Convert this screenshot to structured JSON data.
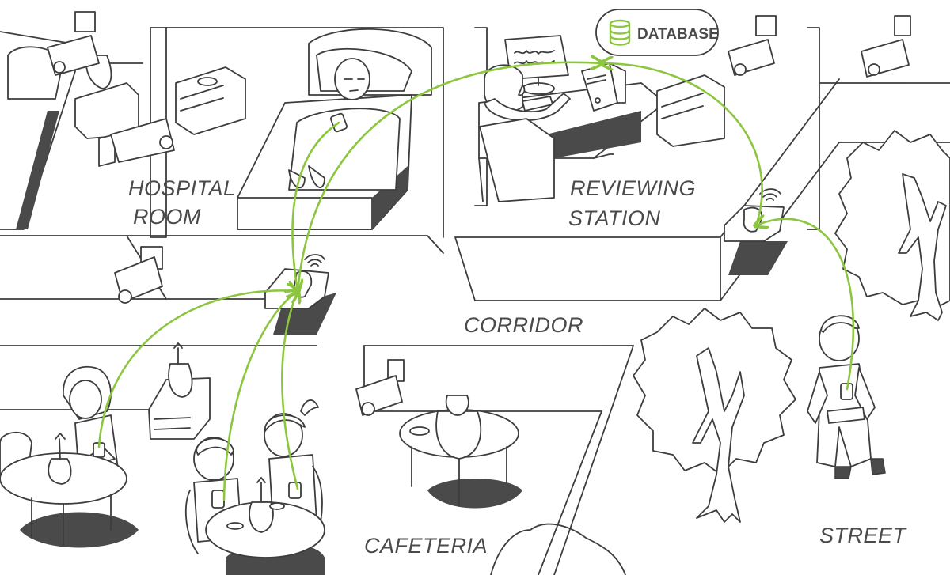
{
  "diagram": {
    "type": "isometric-illustration",
    "topic": "wireless patient monitoring data flow"
  },
  "colors": {
    "accent": "#8cc63f",
    "line": "#3d3d3d",
    "shadow": "#4a4a4a",
    "label": "#4a4a4a",
    "background": "#ffffff"
  },
  "database": {
    "label": "DATABASE",
    "icon": "database-icon"
  },
  "rooms": [
    {
      "id": "hospital-room",
      "lines": [
        "HOSPITAL",
        "ROOM"
      ]
    },
    {
      "id": "reviewing-station",
      "lines": [
        "REVIEWING",
        "STATION"
      ]
    },
    {
      "id": "corridor",
      "lines": [
        "CORRIDOR"
      ]
    },
    {
      "id": "cafeteria",
      "lines": [
        "CAFETERIA"
      ]
    },
    {
      "id": "street",
      "lines": [
        "STREET"
      ]
    }
  ],
  "nodes": [
    {
      "id": "patient-bed",
      "kind": "wearable",
      "room": "hospital-room"
    },
    {
      "id": "woman-cafeteria",
      "kind": "wearable",
      "room": "cafeteria"
    },
    {
      "id": "boy-cafeteria",
      "kind": "wearable",
      "room": "cafeteria"
    },
    {
      "id": "girl-cafeteria",
      "kind": "wearable",
      "room": "cafeteria"
    },
    {
      "id": "walker-street",
      "kind": "wearable",
      "room": "street"
    },
    {
      "id": "corridor-hub",
      "kind": "wireless-access-point",
      "room": "corridor"
    },
    {
      "id": "station-hub",
      "kind": "wireless-access-point",
      "room": "reviewing-station"
    },
    {
      "id": "server",
      "kind": "server",
      "room": "reviewing-station"
    }
  ],
  "connections": [
    {
      "from": "patient-bed",
      "to": "corridor-hub"
    },
    {
      "from": "woman-cafeteria",
      "to": "corridor-hub"
    },
    {
      "from": "boy-cafeteria",
      "to": "corridor-hub"
    },
    {
      "from": "girl-cafeteria",
      "to": "corridor-hub"
    },
    {
      "from": "corridor-hub",
      "to": "server"
    },
    {
      "from": "walker-street",
      "to": "station-hub"
    },
    {
      "from": "station-hub",
      "to": "server"
    }
  ]
}
